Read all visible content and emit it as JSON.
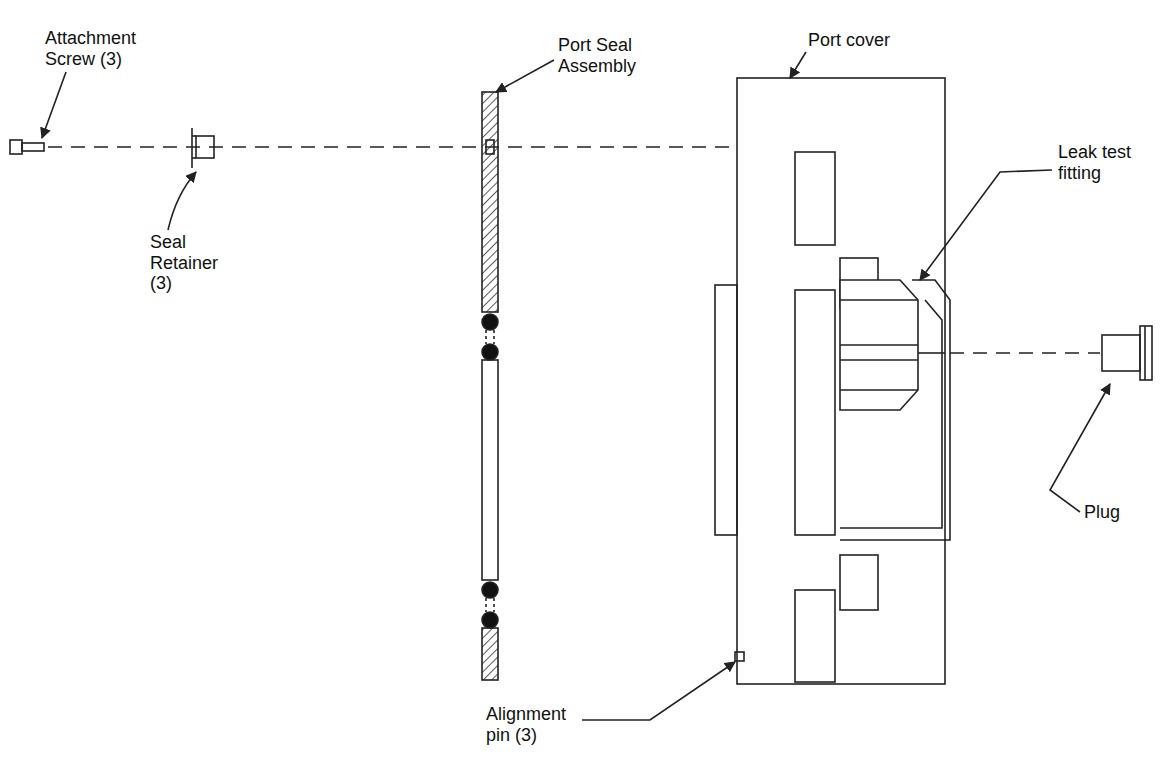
{
  "diagram": {
    "labels": [
      "Attachment Screw (3)",
      "Seal Retainer (3)",
      "Port Seal Assembly",
      "Port cover",
      "Leak test fitting",
      "Plug",
      "Alignment pin (3)"
    ]
  }
}
